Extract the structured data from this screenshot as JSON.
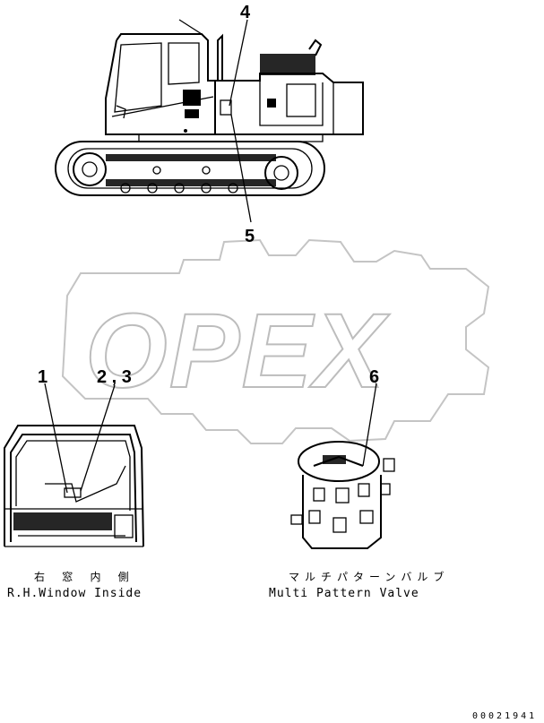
{
  "callouts": {
    "c4": "4",
    "c5": "5",
    "c1": "1",
    "c23": "2 , 3",
    "c6": "6"
  },
  "captions": {
    "window_jp": "右 窓 内 側",
    "window_en": "R.H.Window Inside",
    "valve_jp": "マルチパターンバルブ",
    "valve_en": "Multi Pattern Valve"
  },
  "watermark": {
    "text": "OPEX",
    "color": "#bdbdbd"
  },
  "drawing_code": "00021941"
}
